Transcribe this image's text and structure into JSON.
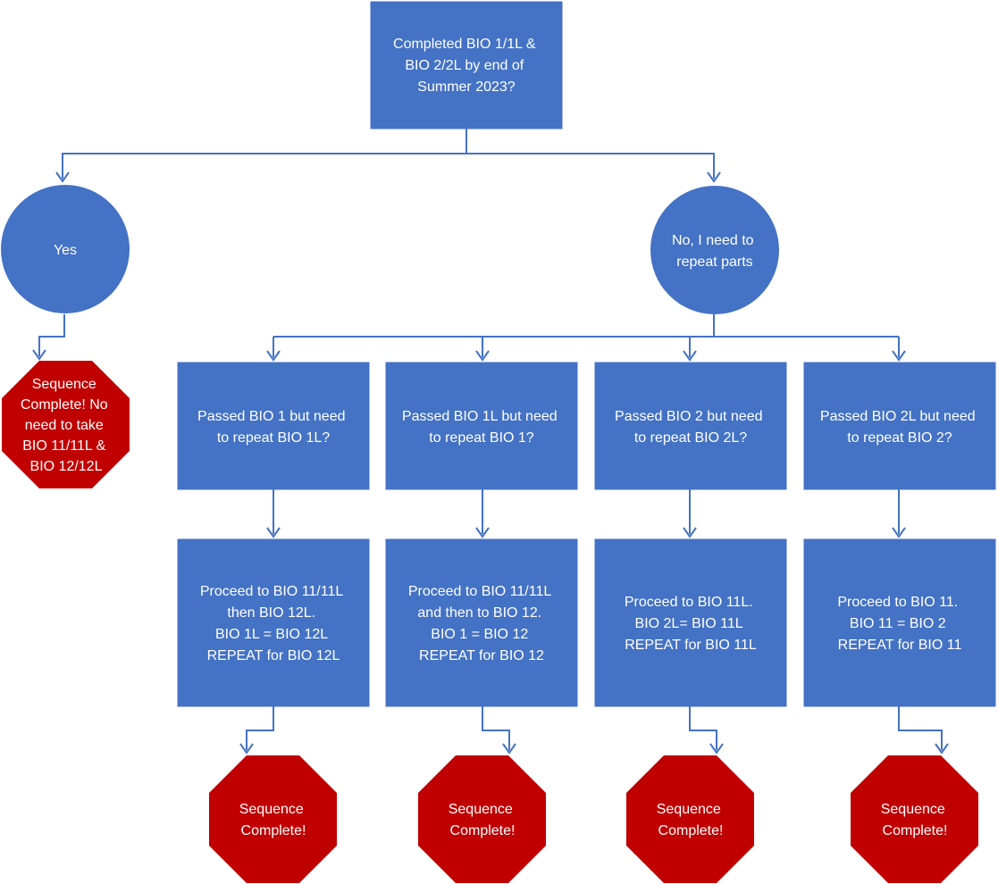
{
  "colors": {
    "box": "#4472c4",
    "stop": "#c00000",
    "connector": "#4472c4",
    "text": "#ffffff"
  },
  "nodes": {
    "start": {
      "lines": [
        "Completed BIO 1/1L &",
        "BIO 2/2L by end of",
        "Summer 2023?"
      ]
    },
    "yes": {
      "lines": [
        "Yes"
      ]
    },
    "no": {
      "lines": [
        "No, I need to",
        "repeat parts"
      ]
    },
    "stop_yes": {
      "lines": [
        "Sequence",
        "Complete! No",
        "need to take",
        "BIO 11/11L &",
        "BIO 12/12L"
      ]
    },
    "q1": {
      "lines": [
        "Passed BIO 1 but need",
        "to repeat BIO 1L?"
      ]
    },
    "q2": {
      "lines": [
        "Passed BIO 1L but need",
        "to repeat BIO 1?"
      ]
    },
    "q3": {
      "lines": [
        "Passed BIO 2 but need",
        "to repeat BIO 2L?"
      ]
    },
    "q4": {
      "lines": [
        "Passed BIO 2L but need",
        "to repeat BIO 2?"
      ]
    },
    "a1": {
      "lines": [
        "Proceed to BIO 11/11L",
        "then BIO 12L.",
        "BIO 1L = BIO 12L",
        "REPEAT for BIO 12L"
      ]
    },
    "a2": {
      "lines": [
        "Proceed to BIO 11/11L",
        "and then to BIO 12.",
        "BIO 1 = BIO 12",
        "REPEAT for BIO 12"
      ]
    },
    "a3": {
      "lines": [
        "Proceed to BIO 11L.",
        "BIO 2L= BIO 11L",
        "REPEAT for BIO 11L"
      ]
    },
    "a4": {
      "lines": [
        "Proceed to BIO 11.",
        "BIO 11 = BIO 2",
        "REPEAT for BIO 11"
      ]
    },
    "s1": {
      "lines": [
        "Sequence",
        "Complete!"
      ]
    },
    "s2": {
      "lines": [
        "Sequence",
        "Complete!"
      ]
    },
    "s3": {
      "lines": [
        "Sequence",
        "Complete!"
      ]
    },
    "s4": {
      "lines": [
        "Sequence",
        "Complete!"
      ]
    }
  },
  "edges": [
    [
      "start",
      "yes"
    ],
    [
      "start",
      "no"
    ],
    [
      "yes",
      "stop_yes"
    ],
    [
      "no",
      "q1"
    ],
    [
      "no",
      "q2"
    ],
    [
      "no",
      "q3"
    ],
    [
      "no",
      "q4"
    ],
    [
      "q1",
      "a1"
    ],
    [
      "q2",
      "a2"
    ],
    [
      "q3",
      "a3"
    ],
    [
      "q4",
      "a4"
    ],
    [
      "a1",
      "s1"
    ],
    [
      "a2",
      "s2"
    ],
    [
      "a3",
      "s3"
    ],
    [
      "a4",
      "s4"
    ]
  ]
}
